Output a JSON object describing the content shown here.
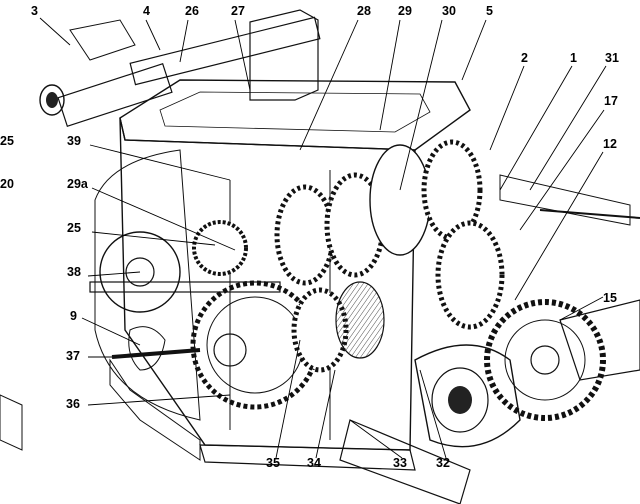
{
  "callouts": [
    {
      "label": "3"
    },
    {
      "label": "4"
    },
    {
      "label": "26"
    },
    {
      "label": "27"
    },
    {
      "label": "28"
    },
    {
      "label": "29"
    },
    {
      "label": "30"
    },
    {
      "label": "5"
    },
    {
      "label": "2"
    },
    {
      "label": "1"
    },
    {
      "label": "31"
    },
    {
      "label": "17"
    },
    {
      "label": "12"
    },
    {
      "label": "25"
    },
    {
      "label": "39"
    },
    {
      "label": "20"
    },
    {
      "label": "29a"
    },
    {
      "label": "25"
    },
    {
      "label": "38"
    },
    {
      "label": "15"
    },
    {
      "label": "9"
    },
    {
      "label": "37"
    },
    {
      "label": "36"
    },
    {
      "label": "35"
    },
    {
      "label": "34"
    },
    {
      "label": "33"
    },
    {
      "label": "32"
    }
  ]
}
